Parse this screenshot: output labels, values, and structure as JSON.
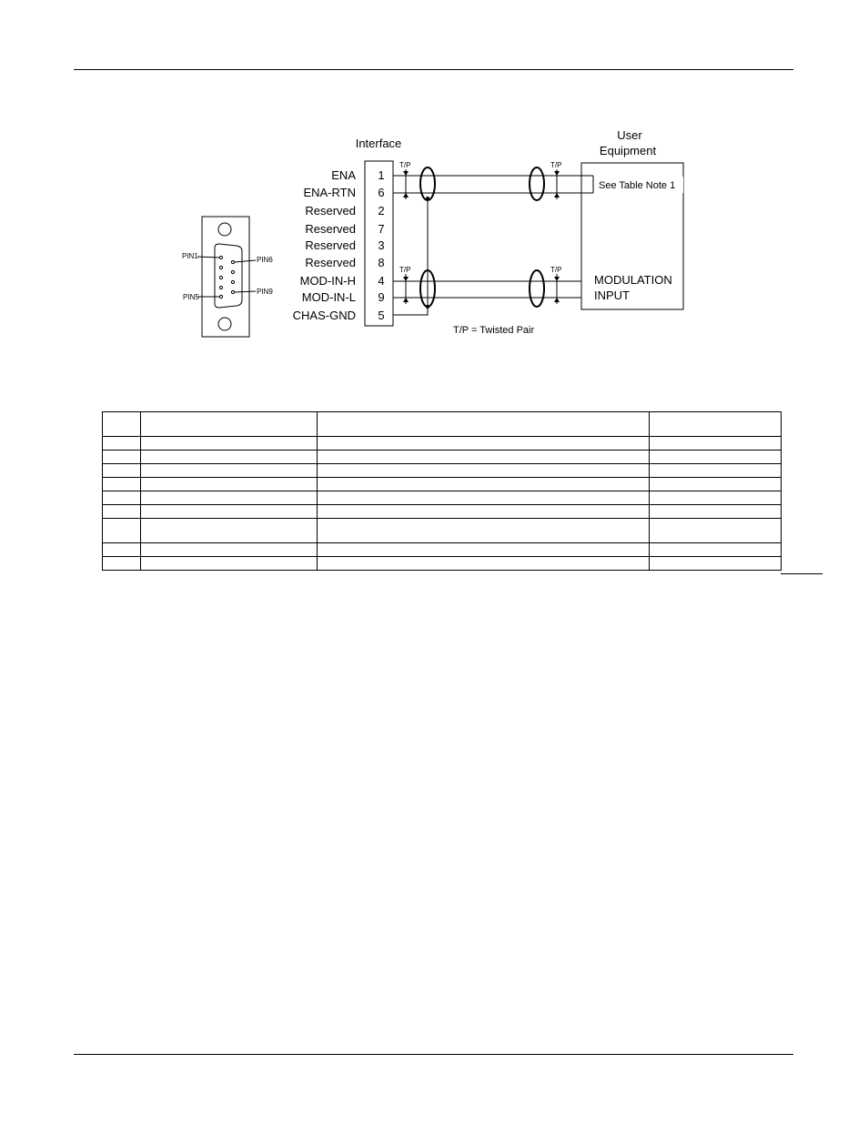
{
  "diagram": {
    "interface_title": "Interface",
    "user_title_line1": "User",
    "user_title_line2": "Equipment",
    "signals": [
      "ENA",
      "ENA-RTN",
      "Reserved",
      "Reserved",
      "Reserved",
      "Reserved",
      "MOD-IN-H",
      "MOD-IN-L",
      "CHAS-GND"
    ],
    "pins": [
      "1",
      "6",
      "2",
      "7",
      "3",
      "8",
      "4",
      "9",
      "5"
    ],
    "tp_label": "T/P",
    "note_label": "See Table Note 1",
    "modulation_line1": "MODULATION",
    "modulation_line2": "INPUT",
    "legend": "T/P = Twisted Pair"
  },
  "connector": {
    "pin1": "PIN1",
    "pin6": "PIN6",
    "pin5": "PIN5",
    "pin9": "PIN9"
  }
}
